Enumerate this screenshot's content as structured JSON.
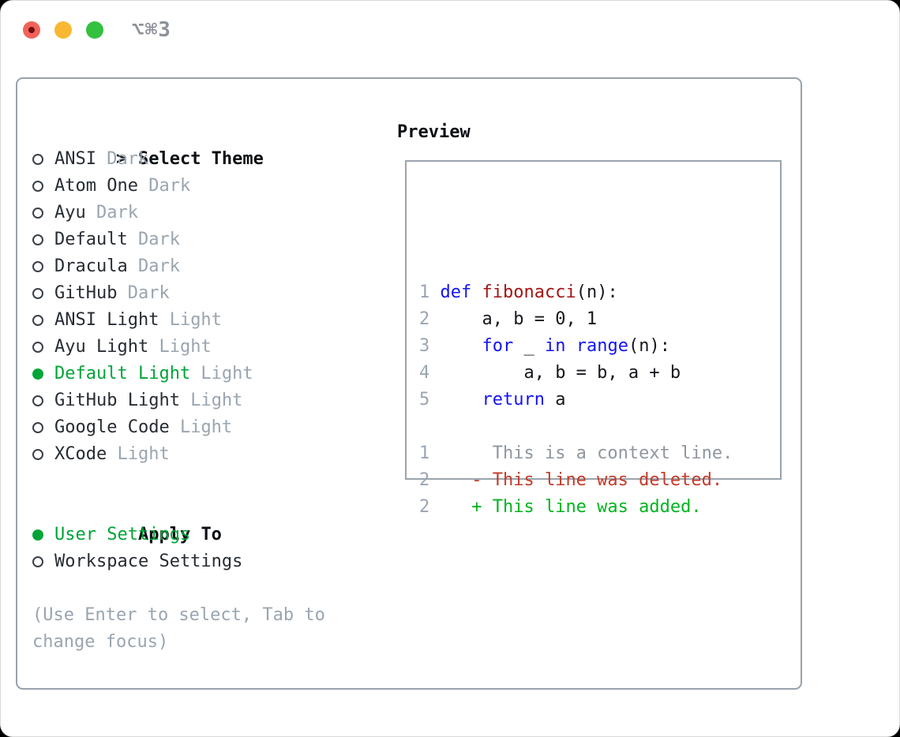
{
  "titlebar": {
    "shortcut": "⌥⌘3",
    "traffic_lights": [
      "close",
      "minimize",
      "zoom"
    ]
  },
  "theme_list": {
    "cursor": ">",
    "header": "Select Theme",
    "items": [
      {
        "name": "ANSI",
        "tag": "Dark",
        "selected": false
      },
      {
        "name": "Atom One",
        "tag": "Dark",
        "selected": false
      },
      {
        "name": "Ayu",
        "tag": "Dark",
        "selected": false
      },
      {
        "name": "Default",
        "tag": "Dark",
        "selected": false
      },
      {
        "name": "Dracula",
        "tag": "Dark",
        "selected": false
      },
      {
        "name": "GitHub",
        "tag": "Dark",
        "selected": false
      },
      {
        "name": "ANSI Light",
        "tag": "Light",
        "selected": false
      },
      {
        "name": "Ayu Light",
        "tag": "Light",
        "selected": false
      },
      {
        "name": "Default Light",
        "tag": "Light",
        "selected": true
      },
      {
        "name": "GitHub Light",
        "tag": "Light",
        "selected": false
      },
      {
        "name": "Google Code",
        "tag": "Light",
        "selected": false
      },
      {
        "name": "XCode",
        "tag": "Light",
        "selected": false
      }
    ]
  },
  "apply_to": {
    "header": "Apply To",
    "items": [
      {
        "name": "User Settings",
        "selected": true
      },
      {
        "name": "Workspace Settings",
        "selected": false
      }
    ]
  },
  "help_text": "(Use Enter to select, Tab to change focus)",
  "preview": {
    "label": "Preview",
    "code_lines": [
      {
        "num": "1",
        "segments": [
          [
            "def",
            "kw"
          ],
          [
            " ",
            "pl"
          ],
          [
            "fibonacci",
            "fn"
          ],
          [
            "(n):",
            "pl"
          ]
        ]
      },
      {
        "num": "2",
        "segments": [
          [
            "    a, b = 0, 1",
            "pl"
          ]
        ]
      },
      {
        "num": "3",
        "segments": [
          [
            "    ",
            "pl"
          ],
          [
            "for",
            "kw"
          ],
          [
            " _ ",
            "pl"
          ],
          [
            "in",
            "kw"
          ],
          [
            " ",
            "pl"
          ],
          [
            "range",
            "kw"
          ],
          [
            "(n):",
            "pl"
          ]
        ]
      },
      {
        "num": "4",
        "segments": [
          [
            "        a, b = b, a + b",
            "pl"
          ]
        ]
      },
      {
        "num": "5",
        "segments": [
          [
            "    ",
            "pl"
          ],
          [
            "return",
            "kw"
          ],
          [
            " a",
            "pl"
          ]
        ]
      },
      {
        "num": "",
        "segments": []
      },
      {
        "num": "1",
        "segments": [
          [
            "     This is a context line.",
            "ctx"
          ]
        ]
      },
      {
        "num": "2",
        "segments": [
          [
            "   - This line was deleted.",
            "del"
          ]
        ]
      },
      {
        "num": "2",
        "segments": [
          [
            "   + This line was added.",
            "add"
          ]
        ]
      }
    ]
  },
  "colors": {
    "selection_green": "#00a438",
    "diff_added_green": "#00b41e",
    "diff_deleted_red": "#c43a28",
    "keyword_blue": "#1414f0",
    "function_red": "#a31515",
    "muted_gray": "#9aa5b0",
    "traffic_red": "#f2635a",
    "traffic_yellow": "#f9b832",
    "traffic_green": "#34c13f"
  }
}
